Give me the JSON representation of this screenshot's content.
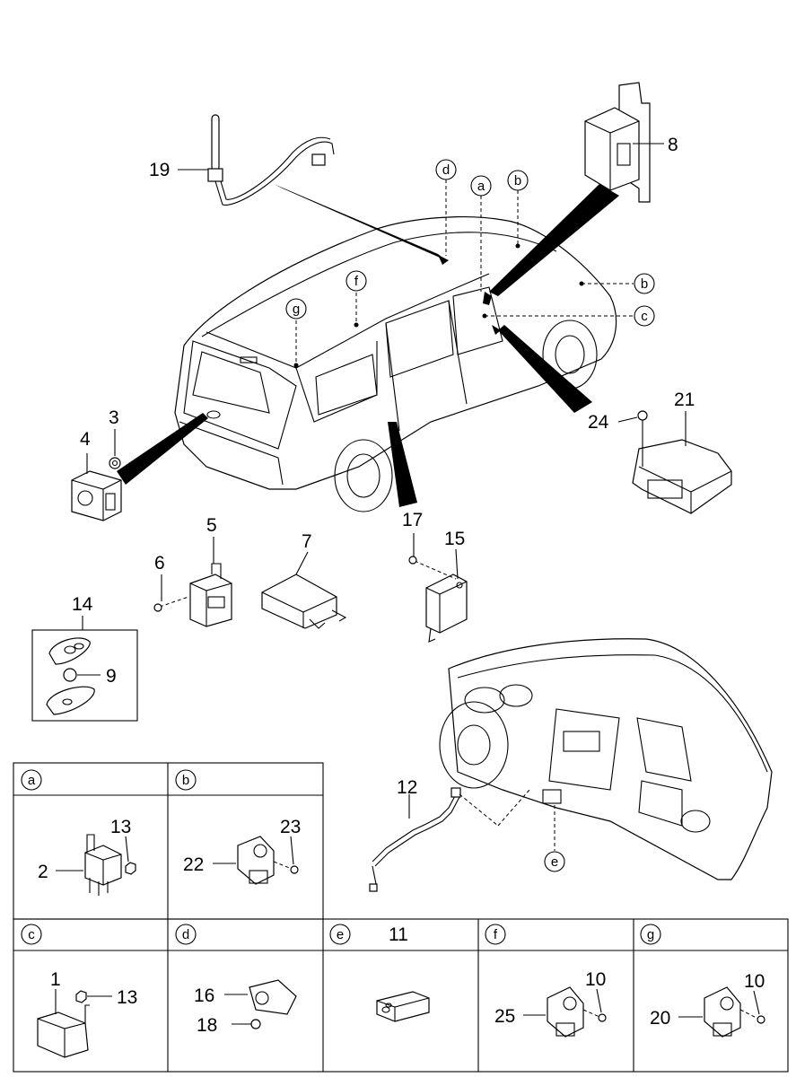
{
  "part_numbers": {
    "p1": "1",
    "p2": "2",
    "p3": "3",
    "p4": "4",
    "p5": "5",
    "p6": "6",
    "p7": "7",
    "p8": "8",
    "p9": "9",
    "p10": "10",
    "p11": "11",
    "p12": "12",
    "p13": "13",
    "p14": "14",
    "p15": "15",
    "p16": "16",
    "p17": "17",
    "p18": "18",
    "p19": "19",
    "p20": "20",
    "p21": "21",
    "p22": "22",
    "p23": "23",
    "p24": "24",
    "p25": "25"
  },
  "location_letters": {
    "a": "a",
    "b": "b",
    "c": "c",
    "d": "d",
    "e": "e",
    "f": "f",
    "g": "g"
  }
}
